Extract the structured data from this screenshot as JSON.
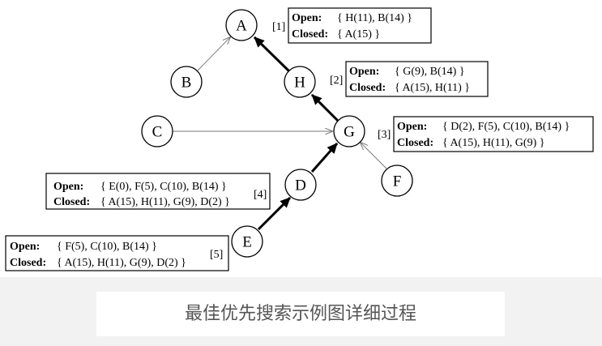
{
  "nodes": [
    {
      "id": "A",
      "label": "A"
    },
    {
      "id": "B",
      "label": "B"
    },
    {
      "id": "H",
      "label": "H"
    },
    {
      "id": "C",
      "label": "C"
    },
    {
      "id": "G",
      "label": "G"
    },
    {
      "id": "D",
      "label": "D"
    },
    {
      "id": "F",
      "label": "F"
    },
    {
      "id": "E",
      "label": "E"
    }
  ],
  "edges": [
    {
      "from": "B",
      "to": "A",
      "style": "thin"
    },
    {
      "from": "H",
      "to": "A",
      "style": "thick"
    },
    {
      "from": "G",
      "to": "H",
      "style": "thick"
    },
    {
      "from": "C",
      "to": "G",
      "style": "thin"
    },
    {
      "from": "F",
      "to": "G",
      "style": "thin"
    },
    {
      "from": "D",
      "to": "G",
      "style": "thick"
    },
    {
      "from": "E",
      "to": "D",
      "style": "thick"
    }
  ],
  "steps": [
    {
      "num": "[1]",
      "open_kw": "Open:",
      "open": "{ H(11), B(14) }",
      "closed_kw": "Closed:",
      "closed": "{ A(15) }"
    },
    {
      "num": "[2]",
      "open_kw": "Open:",
      "open": "{ G(9), B(14) }",
      "closed_kw": "Closed:",
      "closed": "{ A(15), H(11) }"
    },
    {
      "num": "[3]",
      "open_kw": "Open:",
      "open": "{ D(2), F(5), C(10), B(14) }",
      "closed_kw": "Closed:",
      "closed": "{ A(15), H(11), G(9) }"
    },
    {
      "num": "[4]",
      "open_kw": "Open:",
      "open": "{ E(0), F(5), C(10), B(14) }",
      "closed_kw": "Closed:",
      "closed": "{ A(15), H(11), G(9), D(2) }"
    },
    {
      "num": "[5]",
      "open_kw": "Open:",
      "open": "{ F(5), C(10), B(14) }",
      "closed_kw": "Closed:",
      "closed": "{ A(15), H(11), G(9), D(2) }"
    }
  ],
  "caption": "最佳优先搜索示例图详细过程"
}
